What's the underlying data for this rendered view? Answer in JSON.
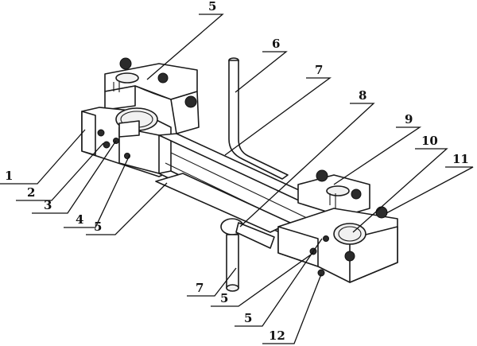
{
  "callouts": [
    {
      "id": "c1",
      "label": "1"
    },
    {
      "id": "c2",
      "label": "2"
    },
    {
      "id": "c3",
      "label": "3"
    },
    {
      "id": "c4",
      "label": "4"
    },
    {
      "id": "c5a",
      "label": "5"
    },
    {
      "id": "c5b",
      "label": "5"
    },
    {
      "id": "c5c",
      "label": "5"
    },
    {
      "id": "c5d",
      "label": "5"
    },
    {
      "id": "c6",
      "label": "6"
    },
    {
      "id": "c7a",
      "label": "7"
    },
    {
      "id": "c7b",
      "label": "7"
    },
    {
      "id": "c8",
      "label": "8"
    },
    {
      "id": "c9",
      "label": "9"
    },
    {
      "id": "c10",
      "label": "10"
    },
    {
      "id": "c11",
      "label": "11"
    },
    {
      "id": "c12",
      "label": "12"
    }
  ]
}
